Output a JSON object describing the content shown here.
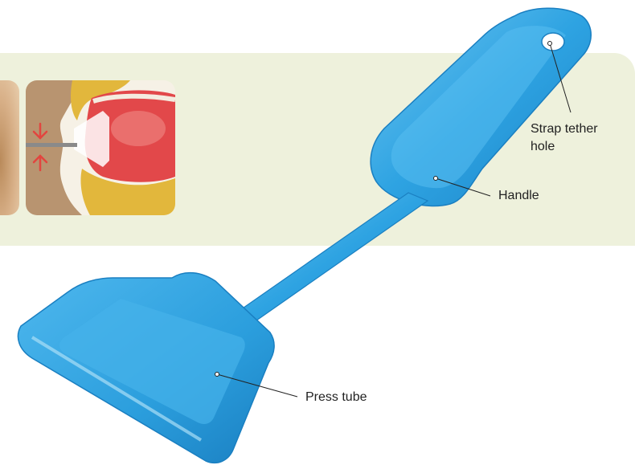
{
  "labels": {
    "strap_tether_hole_line1": "Strap tether",
    "strap_tether_hole_line2": "hole",
    "handle": "Handle",
    "press_tube": "Press tube"
  },
  "colors": {
    "panel_background": "#eef1dc",
    "tool_blue": "#2ea3e2",
    "tool_blue_dark": "#1b83c6",
    "tool_blue_light": "#6fc6f1",
    "arrow_red": "#e2453f",
    "mouth_red": "#e2484a"
  }
}
